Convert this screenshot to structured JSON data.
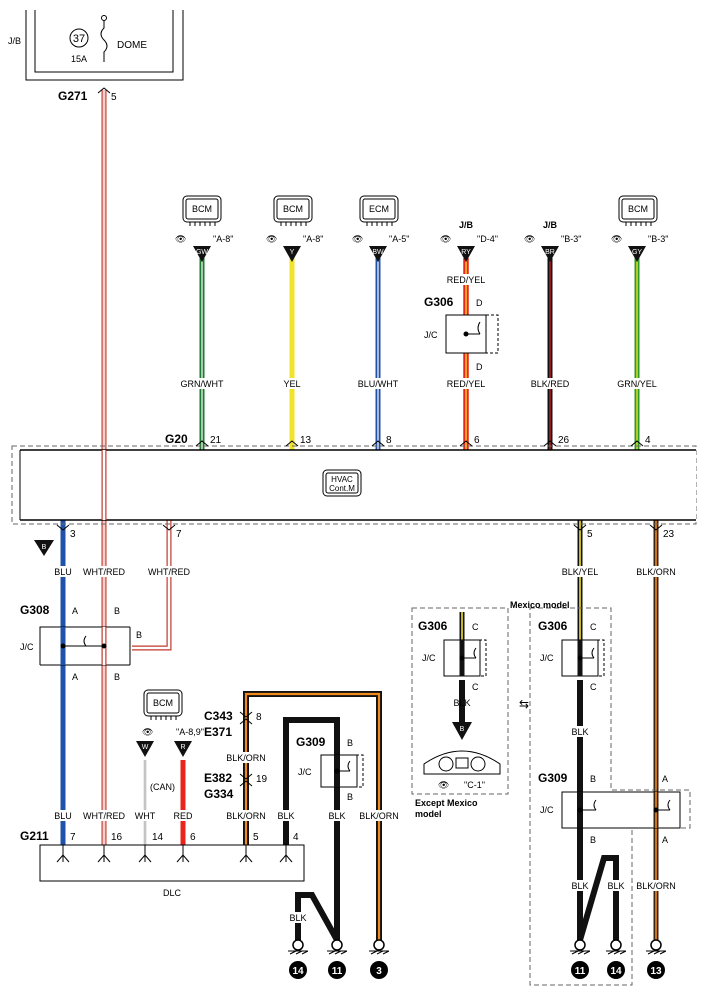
{
  "fuse_box": {
    "jb_label": "J/B",
    "fuse_number": "37",
    "fuse_name": "DOME",
    "fuse_rating": "15A"
  },
  "connector_g271": {
    "name": "G271",
    "pin": "5"
  },
  "modules": {
    "bcm": "BCM",
    "ecm": "ECM",
    "hvac": "HVAC\nCont.M",
    "hvac_line1": "HVAC",
    "hvac_line2": "Cont.M"
  },
  "refs": {
    "gw": {
      "code": "GW",
      "ref": "\"A-8\""
    },
    "y": {
      "code": "Y",
      "ref": "\"A-8\""
    },
    "bw": {
      "code": "BW",
      "ref": "\"A-5\""
    },
    "ry": {
      "source": "J/B",
      "code": "RY",
      "ref": "\"D-4\""
    },
    "br": {
      "source": "J/B",
      "code": "BR",
      "ref": "\"B-3\""
    },
    "gy": {
      "code": "GY",
      "ref": "\"B-3\""
    },
    "b": {
      "code": "B"
    },
    "w": {
      "code": "W",
      "ref": "\"A-8,9\""
    },
    "r": {
      "code": "R"
    },
    "c1": {
      "ref": "\"C-1\""
    }
  },
  "wires": {
    "grn_wht": "GRN/WHT",
    "yel": "YEL",
    "blu_wht": "BLU/WHT",
    "red_yel": "RED/YEL",
    "blk_red": "BLK/RED",
    "grn_yel": "GRN/YEL",
    "blu": "BLU",
    "wht_red": "WHT/RED",
    "blk_yel": "BLK/YEL",
    "blk_orn": "BLK/ORN",
    "blk": "BLK",
    "wht": "WHT",
    "red": "RED",
    "can": "(CAN)"
  },
  "g20": {
    "name": "G20",
    "pins": [
      "21",
      "13",
      "8",
      "6",
      "26",
      "4"
    ]
  },
  "hvac_bottom_pins": [
    "3",
    "7",
    "5",
    "23"
  ],
  "g306": {
    "name": "G306",
    "jc": "J/C",
    "pin_top": "D",
    "pin_bottom": "D"
  },
  "g308": {
    "name": "G308",
    "jc": "J/C",
    "a": "A",
    "b": "B"
  },
  "c343": {
    "name": "C343",
    "pin": "8"
  },
  "e371": {
    "name": "E371"
  },
  "e382": {
    "name": "E382",
    "pin": "19"
  },
  "g334": {
    "name": "G334"
  },
  "g309_left": {
    "name": "G309",
    "jc": "J/C",
    "b": "B"
  },
  "g211": {
    "name": "G211",
    "pins": [
      "7",
      "16",
      "14",
      "6",
      "5",
      "4"
    ]
  },
  "dlc": "DLC",
  "mexico": {
    "title": "Mexico model",
    "g306": "G306",
    "jc": "J/C",
    "c": "C",
    "g309": "G309",
    "a": "A",
    "b": "B"
  },
  "except_mexico": {
    "g306": "G306",
    "jc": "J/C",
    "c": "C",
    "line1": "Except Mexico",
    "line2": "model"
  },
  "grounds": [
    "14",
    "11",
    "3",
    "11",
    "14",
    "13"
  ]
}
